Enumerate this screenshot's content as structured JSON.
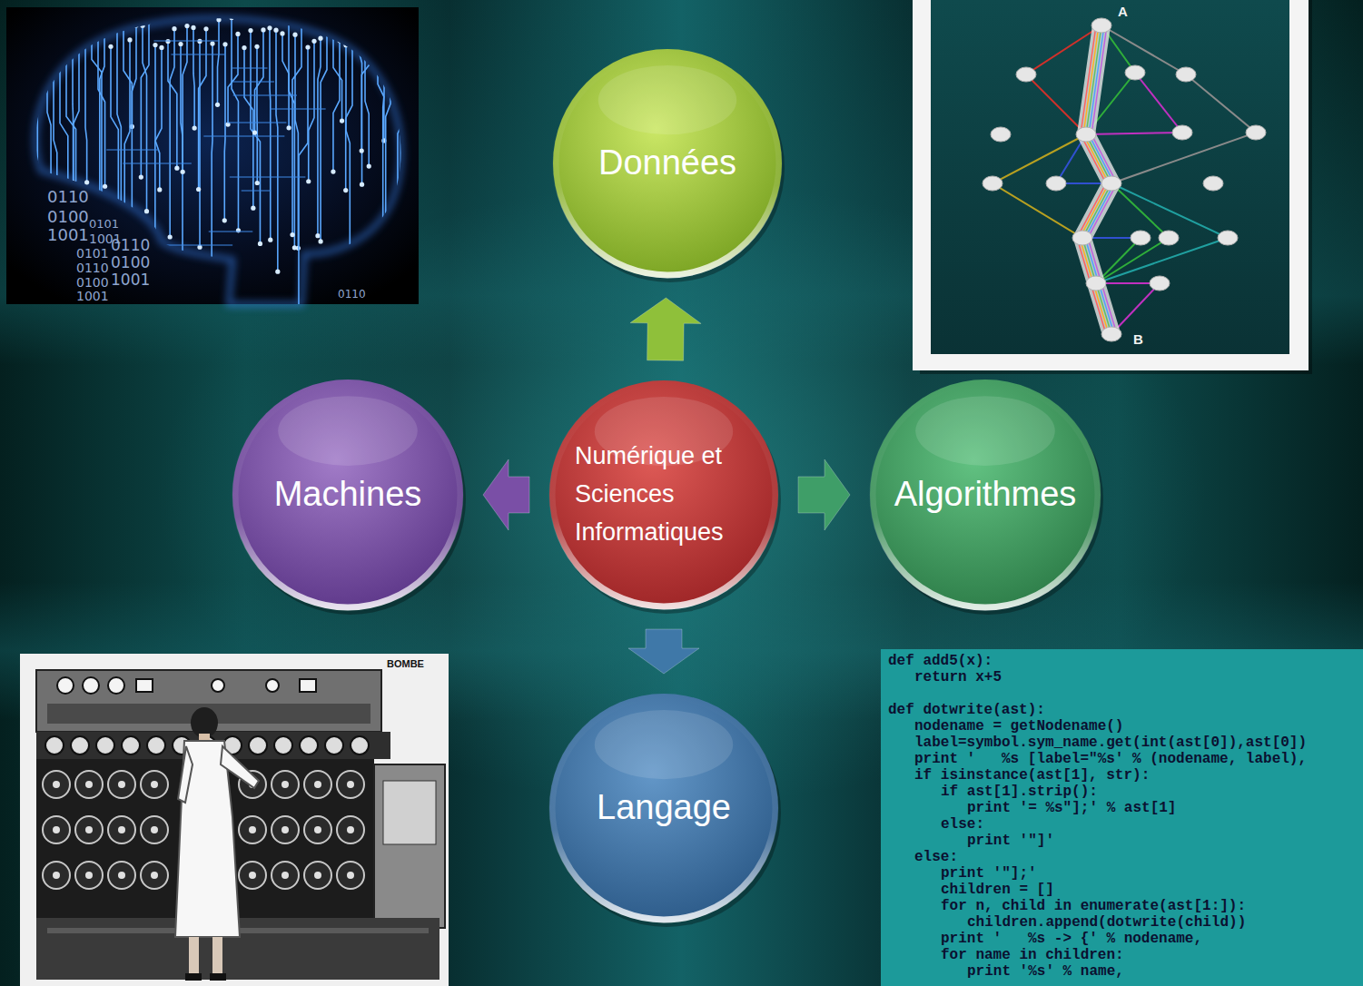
{
  "diagram": {
    "nodes": [
      {
        "text": [
          "Données"
        ]
      },
      {
        "text": [
          "Machines"
        ]
      },
      {
        "text": [
          "Numérique et Sciences Informatiques"
        ]
      },
      {
        "text": [
          "Algorithmes"
        ]
      },
      {
        "text": [
          "Langage"
        ]
      }
    ],
    "edges": [
      {
        "from": 2,
        "to": 0,
        "arrow": "to"
      },
      {
        "from": 2,
        "to": 1,
        "arrow": "to"
      },
      {
        "from": 2,
        "to": 3,
        "arrow": "to"
      },
      {
        "from": 2,
        "to": 4,
        "arrow": "to"
      }
    ],
    "labels": [
      "0110",
      "0100",
      "1001",
      "0101",
      "1001",
      "0110",
      "0101",
      "0100",
      "0110",
      "0100",
      "1001",
      "1001",
      "0110",
      "A",
      "B",
      "BOMBE",
      "def add5(x):",
      "return x+5",
      "def dotwrite(ast):",
      "nodename = getNodename()",
      "label=symbol.sym_name.get(int(ast[0]),ast[0])",
      "print '   %s [label=\"%s' % (nodename, label),",
      "if isinstance(ast[1], str):",
      "if ast[1].strip():",
      "print '= %s\"];' % ast[1]",
      "else:",
      "print '\"]'",
      "else:",
      "print '\"];'",
      "children = []",
      "for n, child in enumerate(ast[1:]):",
      "children.append(dotwrite(child))",
      "print '   %s -> {' % nodename,",
      "for name in children:",
      "print '%s' % name,"
    ]
  }
}
